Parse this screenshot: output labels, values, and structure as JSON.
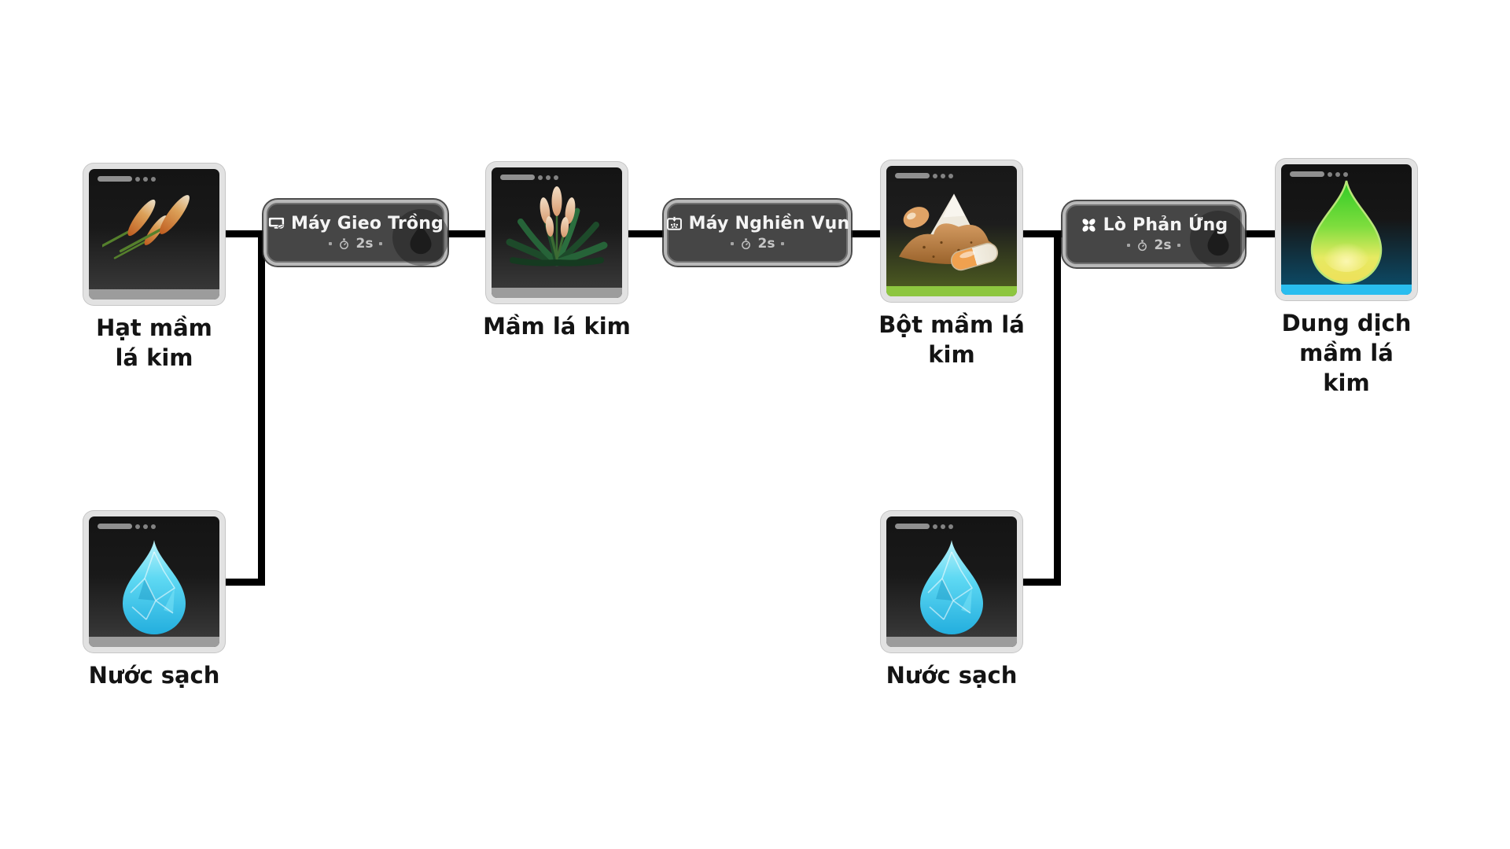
{
  "items": [
    {
      "id": "hat-mam-la-kim",
      "label": "Hạt mầm\nlá kim"
    },
    {
      "id": "mam-la-kim",
      "label": "Mầm lá kim"
    },
    {
      "id": "bot-mam-la-kim",
      "label": "Bột mầm lá\nkim"
    },
    {
      "id": "dung-dich-mam-la-kim",
      "label": "Dung dịch\nmầm lá\nkim"
    },
    {
      "id": "nuoc-sach-1",
      "label": "Nước sạch"
    },
    {
      "id": "nuoc-sach-2",
      "label": "Nước sạch"
    }
  ],
  "machines": [
    {
      "id": "may-gieo-trong",
      "icon": "planter-machine-icon",
      "label": "Máy Gieo Trồng",
      "time": "2s"
    },
    {
      "id": "may-nghien-vun",
      "icon": "crusher-machine-icon",
      "label": "Máy Nghiền Vụn",
      "time": "2s"
    },
    {
      "id": "lo-phan-ung",
      "icon": "reactor-fan-icon",
      "label": "Lò Phản Ứng",
      "time": "2s"
    }
  ],
  "flow": {
    "recipes": [
      {
        "machine": "Máy Gieo Trồng",
        "time": "2s",
        "inputs": [
          "Hạt mầm lá kim",
          "Nước sạch"
        ],
        "output": "Mầm lá kim"
      },
      {
        "machine": "Máy Nghiền Vụn",
        "time": "2s",
        "inputs": [
          "Mầm lá kim"
        ],
        "output": "Bột mầm lá kim"
      },
      {
        "machine": "Lò Phản Ứng",
        "time": "2s",
        "inputs": [
          "Bột mầm lá kim",
          "Nước sạch"
        ],
        "output": "Dung dịch mầm lá kim"
      }
    ]
  },
  "colors": {
    "connector": "#000000",
    "footer_gray": "#9c9c9c",
    "footer_lime": "#8dc63f",
    "footer_cyan": "#29bdef",
    "machine_fill": "#464646",
    "machine_border": "#b9b9b9"
  }
}
